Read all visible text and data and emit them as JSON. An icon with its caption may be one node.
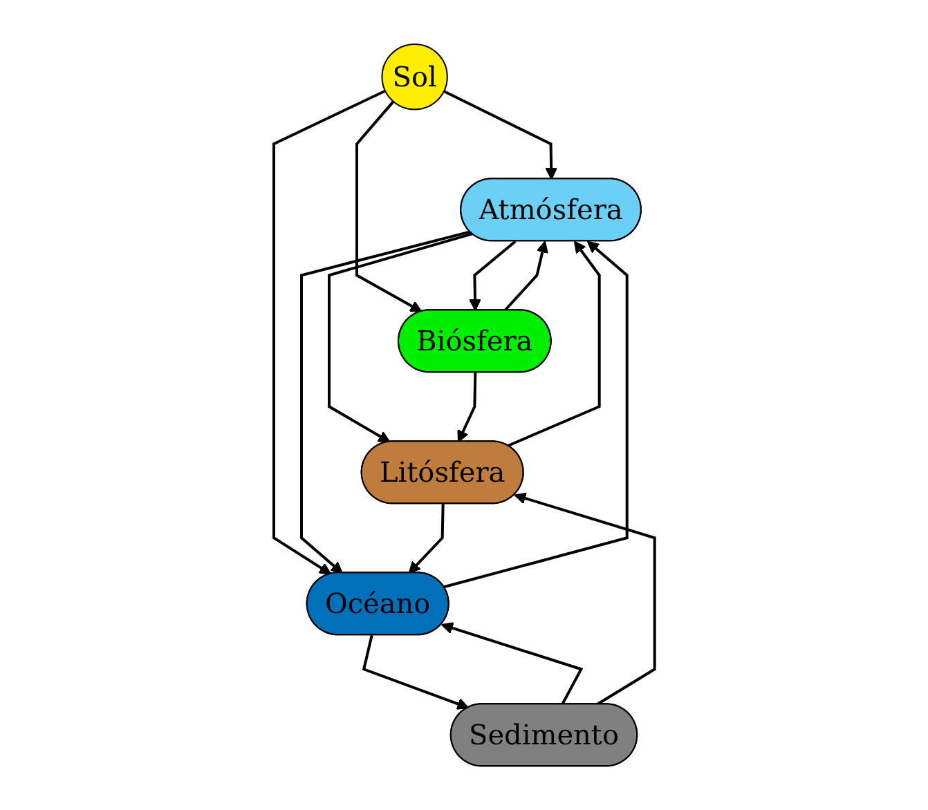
{
  "diagram": {
    "nodes": [
      {
        "text": [
          "Sol"
        ]
      },
      {
        "text": [
          "Atmósfera"
        ]
      },
      {
        "text": [
          "Biósfera"
        ]
      },
      {
        "text": [
          "Océano"
        ]
      },
      {
        "text": [
          "Litósfera"
        ]
      },
      {
        "text": [
          "Sedimento"
        ]
      }
    ],
    "edges": [
      {
        "from": 0,
        "to": 1,
        "arrow": "to"
      },
      {
        "from": 0,
        "to": 2,
        "arrow": "to"
      },
      {
        "from": 0,
        "to": 3,
        "arrow": "to"
      },
      {
        "from": 2,
        "to": 1,
        "arrow": "to"
      },
      {
        "from": 1,
        "to": 2,
        "arrow": "to"
      },
      {
        "from": 1,
        "to": 3,
        "arrow": "to"
      },
      {
        "from": 3,
        "to": 1,
        "arrow": "to"
      },
      {
        "from": 4,
        "to": 1,
        "arrow": "to"
      },
      {
        "from": 1,
        "to": 4,
        "arrow": "to"
      },
      {
        "from": 2,
        "to": 4,
        "arrow": "to"
      },
      {
        "from": 4,
        "to": 3,
        "arrow": "to"
      },
      {
        "from": 3,
        "to": 5,
        "arrow": "to"
      },
      {
        "from": 5,
        "to": 3,
        "arrow": "to"
      },
      {
        "from": 5,
        "to": 4,
        "arrow": "to"
      }
    ]
  }
}
